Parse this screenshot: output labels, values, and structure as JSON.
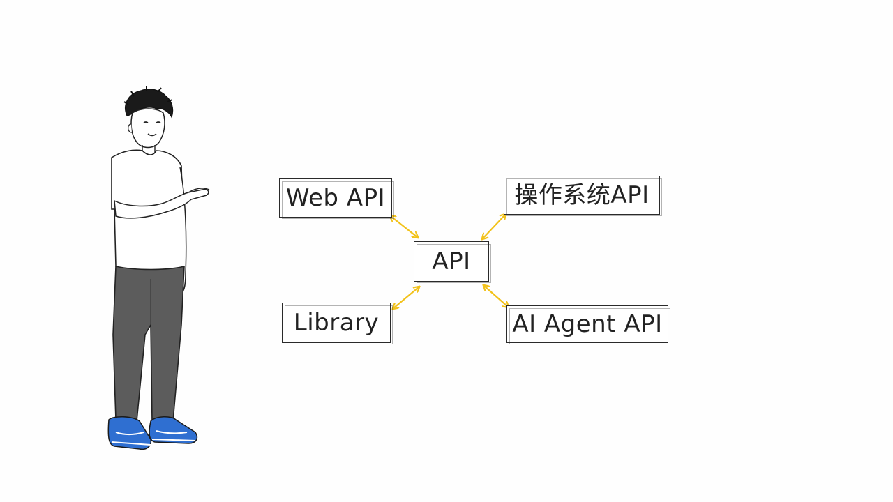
{
  "diagram": {
    "center": {
      "label": "API"
    },
    "nodes": [
      {
        "id": "web",
        "label": "Web API"
      },
      {
        "id": "os",
        "label": "操作系统API"
      },
      {
        "id": "lib",
        "label": "Library"
      },
      {
        "id": "agent",
        "label": "AI Agent API"
      }
    ],
    "connections": [
      {
        "from": "API",
        "to": "Web API",
        "style": "double-arrow"
      },
      {
        "from": "API",
        "to": "操作系统API",
        "style": "double-arrow"
      },
      {
        "from": "API",
        "to": "Library",
        "style": "double-arrow"
      },
      {
        "from": "API",
        "to": "AI Agent API",
        "style": "double-arrow"
      }
    ],
    "colors": {
      "arrow": "#f2c21b",
      "box_border": "#2a2a2a",
      "text": "#222222",
      "background": "#fefefe",
      "person_shirt": "#ffffff",
      "person_pants": "#5a5a5a",
      "person_shoes": "#2f6fd1"
    }
  },
  "illustration": {
    "subject": "person-pointing-right",
    "icon": "standing-person-illustration"
  }
}
